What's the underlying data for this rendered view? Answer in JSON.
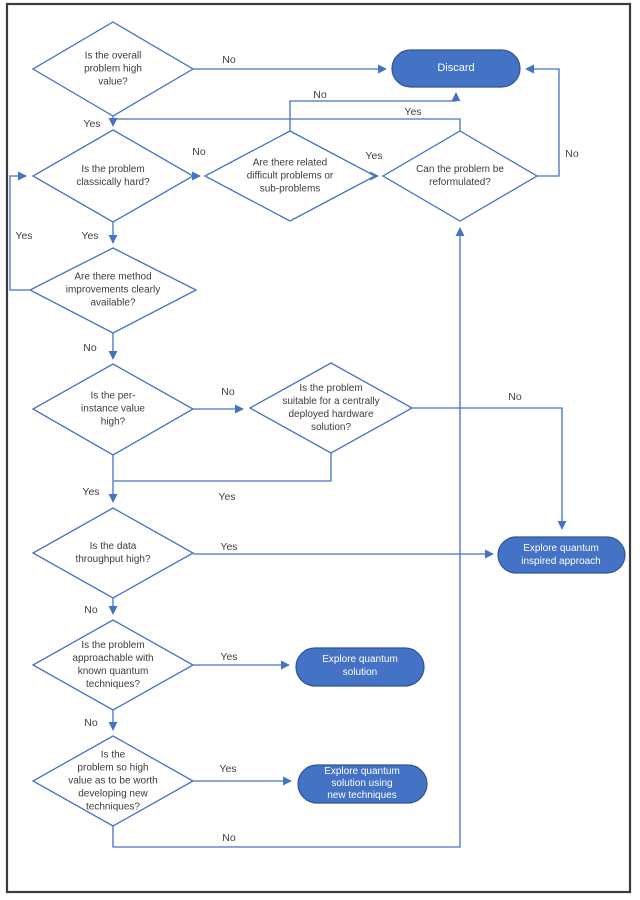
{
  "palette": {
    "accent": "#4472C4",
    "accent_dark": "#2F5597",
    "node_fill": "#ffffff",
    "terminal_fill": "#4472C4",
    "terminal_text": "#ffffff",
    "label_text": "#404040",
    "frame": "#3c3c3c",
    "background": "#ffffff"
  },
  "nodes": [
    {
      "id": "d1",
      "kind": "decision",
      "text": "Is the overall\nproblem high\nvalue?"
    },
    {
      "id": "d2",
      "kind": "decision",
      "text": "Is the problem\nclassically hard?"
    },
    {
      "id": "d3",
      "kind": "decision",
      "text": "Are there related\ndifficult problems or\nsub-problems"
    },
    {
      "id": "d4",
      "kind": "decision",
      "text": "Are there method\nimprovements clearly\navailable?"
    },
    {
      "id": "d5",
      "kind": "decision",
      "text": "Is the  per-\ninstance value\nhigh?"
    },
    {
      "id": "d6",
      "kind": "decision",
      "text": "Is the problem\nsuitable for a centrally\ndeployed hardware\nsolution?"
    },
    {
      "id": "d7",
      "kind": "decision",
      "text": "Is the data\nthroughput high?"
    },
    {
      "id": "d8",
      "kind": "decision",
      "text": "Is the problem\napproachable with\nknown quantum\ntechniques?"
    },
    {
      "id": "d9",
      "kind": "decision",
      "text": "Is the\nproblem so high\nvalue as to be worth\ndeveloping new\ntechniques?"
    },
    {
      "id": "t_discard",
      "kind": "terminal",
      "text": "Discard"
    },
    {
      "id": "t_inspired",
      "kind": "terminal",
      "text": "Explore quantum\ninspired approach"
    },
    {
      "id": "t_solution",
      "kind": "terminal",
      "text": "Explore quantum\nsolution"
    },
    {
      "id": "t_new",
      "kind": "terminal",
      "text": "Explore quantum\nsolution using\nnew techniques"
    }
  ],
  "edge_labels": [
    {
      "from": "d1",
      "to": "t_discard",
      "text": "No"
    },
    {
      "from": "d1",
      "to": "d2",
      "text": "Yes"
    },
    {
      "from": "d_reformulated",
      "to": "d2",
      "text": "Yes"
    },
    {
      "from": "d2",
      "to": "d3",
      "text": "No"
    },
    {
      "from": "d2",
      "to": "d4",
      "text": "Yes"
    },
    {
      "from": "d3",
      "to": "t_discard",
      "text": "No"
    },
    {
      "from": "d3",
      "to": "d_reformulated",
      "text": "Yes"
    },
    {
      "from": "d_reformulated",
      "to": "t_discard",
      "text": "No"
    },
    {
      "from": "d4",
      "to": "d2",
      "text": "Yes"
    },
    {
      "from": "d4",
      "to": "d5",
      "text": "No"
    },
    {
      "from": "d5",
      "to": "d6",
      "text": "No"
    },
    {
      "from": "d5",
      "to": "d7",
      "text": "Yes"
    },
    {
      "from": "d6",
      "to": "d7",
      "text": "Yes"
    },
    {
      "from": "d6",
      "to": "t_inspired",
      "text": "No"
    },
    {
      "from": "d7",
      "to": "t_inspired",
      "text": "Yes"
    },
    {
      "from": "d7",
      "to": "d8",
      "text": "No"
    },
    {
      "from": "d8",
      "to": "t_solution",
      "text": "Yes"
    },
    {
      "from": "d8",
      "to": "d9",
      "text": "No"
    },
    {
      "from": "d9",
      "to": "t_new",
      "text": "Yes"
    },
    {
      "from": "d9",
      "to": "d_reformulated",
      "text": "No"
    }
  ],
  "reform_node": {
    "id": "d_reformulated",
    "kind": "decision",
    "text": "Can the problem be\nreformulated?"
  }
}
